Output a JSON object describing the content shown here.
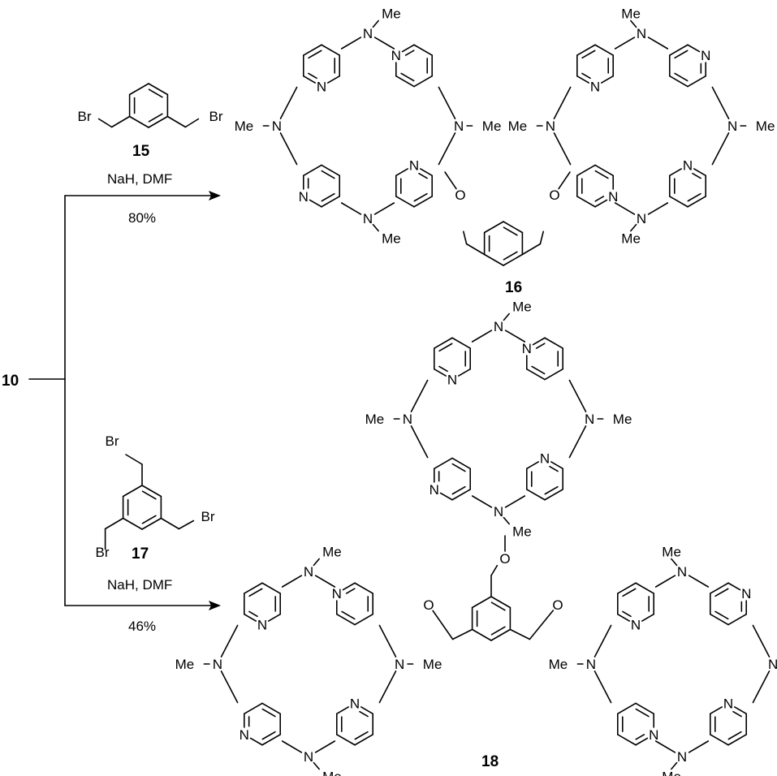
{
  "compounds": {
    "start": "10",
    "reagent_a": "15",
    "product_a": "16",
    "reagent_b": "17",
    "product_b": "18"
  },
  "conditions": {
    "top": {
      "reagents": "NaH, DMF",
      "yield": "80%"
    },
    "bottom": {
      "reagents": "NaH, DMF",
      "yield": "46%"
    }
  },
  "atoms": {
    "bromo": "Br",
    "amine": "N",
    "methyl": "Me",
    "ether": "O"
  }
}
